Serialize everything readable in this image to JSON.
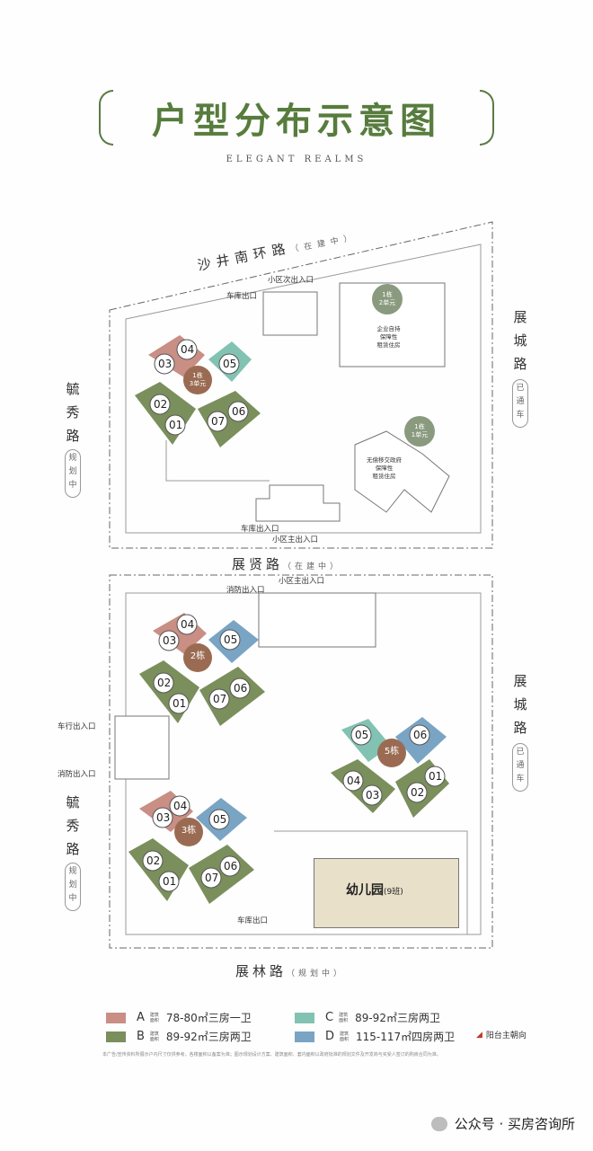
{
  "title": "户型分布示意图",
  "subtitle": "ELEGANT REALMS",
  "roads": {
    "north": "沙井南环路",
    "north_note": "（在建中）",
    "middle": "展贤路",
    "middle_note": "（在建中）",
    "south": "展林路",
    "south_note": "（规划中）",
    "east_top": "展城路",
    "east_top_note": "已通车",
    "east_bottom": "展城路",
    "east_bottom_note": "已通车",
    "west_top": "毓秀路",
    "west_top_note": "规划中",
    "west_bottom": "毓秀路",
    "west_bottom_note": "规划中"
  },
  "gates": {
    "north_secondary": "小区次出入口",
    "garage_top_1": "车库出口",
    "garage_top_2": "车库出入口",
    "main_top": "小区主出入口",
    "fire_1": "消防出入口",
    "main_bottom": "小区主出入口",
    "vehicle": "车行出入口",
    "fire_2": "消防出入口",
    "garage_bottom": "车库出口"
  },
  "buildings": {
    "b1_3": {
      "name": "1栋",
      "unit": "3单元",
      "units": [
        "04",
        "03",
        "05",
        "02",
        "01",
        "07",
        "06"
      ]
    },
    "b1_2": {
      "name": "1栋",
      "unit": "2单元",
      "desc1": "企业自持",
      "desc2": "保障性",
      "desc3": "租赁住房"
    },
    "b1_1": {
      "name": "1栋",
      "unit": "1单元",
      "desc1": "无偿移交政府",
      "desc2": "保障性",
      "desc3": "租赁住房"
    },
    "b2": {
      "name": "2栋",
      "units": [
        "04",
        "03",
        "05",
        "02",
        "01",
        "07",
        "06"
      ]
    },
    "b3": {
      "name": "3栋",
      "units": [
        "04",
        "03",
        "05",
        "02",
        "01",
        "07",
        "06"
      ]
    },
    "b5": {
      "name": "5栋",
      "units": [
        "05",
        "06",
        "04",
        "03",
        "01",
        "02"
      ]
    },
    "kindergarten": {
      "name": "幼儿园",
      "classes": "(9班)"
    }
  },
  "legend": [
    {
      "letter": "A",
      "area_label": "建筑面积",
      "area": "78-80㎡",
      "type": "三房一卫",
      "color": "#c98e84"
    },
    {
      "letter": "B",
      "area_label": "建筑面积",
      "area": "89-92㎡",
      "type": "三房两卫",
      "color": "#7a8f5c"
    },
    {
      "letter": "C",
      "area_label": "建筑面积",
      "area": "89-92㎡",
      "type": "三房两卫",
      "color": "#82c2b3"
    },
    {
      "letter": "D",
      "area_label": "建筑面积",
      "area": "115-117㎡",
      "type": "四房两卫",
      "color": "#7aa4c4"
    }
  ],
  "legend_balcony": "阳台主朝向",
  "colors": {
    "A": "#c98e84",
    "B": "#7a8f5c",
    "C": "#82c2b3",
    "D": "#7aa4c4",
    "badge": "#9a6b52",
    "badge_green": "#8a9a7e",
    "accent": "#577c3d",
    "arrow": "#c0392b"
  },
  "disclaimer": "本广告/宣传资料所展示户内尺寸仅供参考，各楼面积以备案为准；图示规划设计方案、建筑面积、套内面积以政府批准的规划文件及开发商与买受人签订的购房合同为准。",
  "footer": "公众号 · 买房咨询所"
}
